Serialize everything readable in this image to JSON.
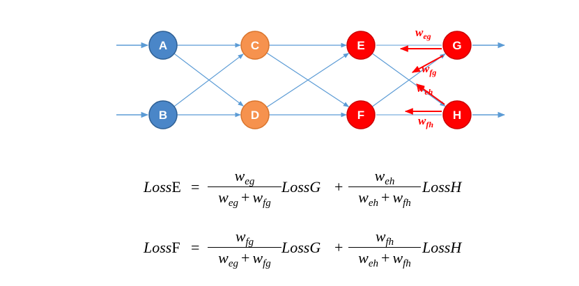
{
  "diagram": {
    "nodes": [
      {
        "id": "A",
        "label": "A",
        "color": "#4a86c8",
        "stroke": "#2e5f93"
      },
      {
        "id": "B",
        "label": "B",
        "color": "#4a86c8",
        "stroke": "#2e5f93"
      },
      {
        "id": "C",
        "label": "C",
        "color": "#f6924e",
        "stroke": "#d9742c"
      },
      {
        "id": "D",
        "label": "D",
        "color": "#f6924e",
        "stroke": "#d9742c"
      },
      {
        "id": "E",
        "label": "E",
        "color": "#ff0000",
        "stroke": "#cc0000"
      },
      {
        "id": "F",
        "label": "F",
        "color": "#ff0000",
        "stroke": "#cc0000"
      },
      {
        "id": "G",
        "label": "G",
        "color": "#ff0000",
        "stroke": "#cc0000"
      },
      {
        "id": "H",
        "label": "H",
        "color": "#ff0000",
        "stroke": "#cc0000"
      }
    ],
    "edge_color": "#5b9bd5",
    "backprop_color": "#ff0000",
    "weights": {
      "w_eg": {
        "base": "w",
        "sub": "eg"
      },
      "w_fg": {
        "base": "w",
        "sub": "fg"
      },
      "w_eh": {
        "base": "w",
        "sub": "eh"
      },
      "w_fh": {
        "base": "w",
        "sub": "fh"
      }
    }
  },
  "formulas": {
    "lossE": {
      "lhs_italic": "Loss",
      "lhs_upright": "E",
      "equals": "=",
      "frac1": {
        "num_base": "w",
        "num_sub": "eg",
        "den_a_base": "w",
        "den_a_sub": "eg",
        "plus": "+",
        "den_b_base": "w",
        "den_b_sub": "fg"
      },
      "term1": "LossG",
      "plus": "+",
      "frac2": {
        "num_base": "w",
        "num_sub": "eh",
        "den_a_base": "w",
        "den_a_sub": "eh",
        "plus": "+",
        "den_b_base": "w",
        "den_b_sub": "fh"
      },
      "term2": "LossH"
    },
    "lossF": {
      "lhs_italic": "Loss",
      "lhs_upright": "F",
      "equals": "=",
      "frac1": {
        "num_base": "w",
        "num_sub": "fg",
        "den_a_base": "w",
        "den_a_sub": "eg",
        "plus": "+",
        "den_b_base": "w",
        "den_b_sub": "fg"
      },
      "term1": "LossG",
      "plus": "+",
      "frac2": {
        "num_base": "w",
        "num_sub": "fh",
        "den_a_base": "w",
        "den_a_sub": "eh",
        "plus": "+",
        "den_b_base": "w",
        "den_b_sub": "fh"
      },
      "term2": "LossH"
    }
  }
}
